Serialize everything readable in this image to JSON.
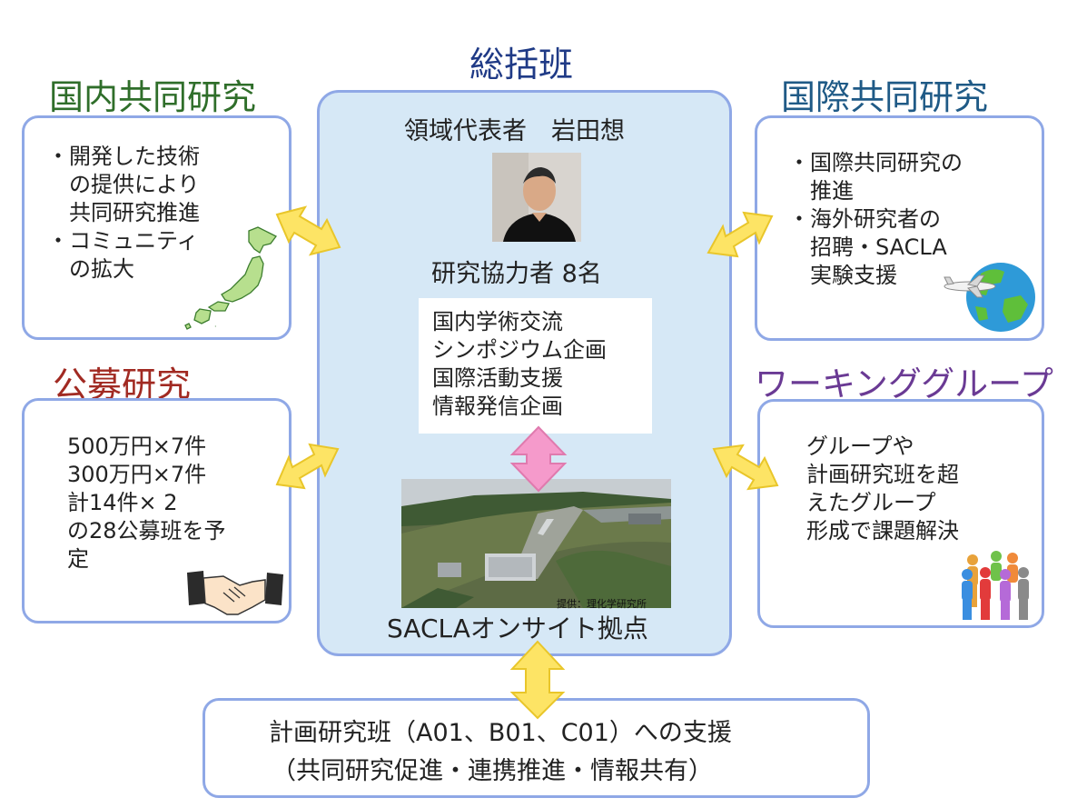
{
  "colors": {
    "green_title": "#2f6e2a",
    "navy_title": "#1f3a86",
    "teal_title": "#1f5a86",
    "red_title": "#a12a22",
    "purple_title": "#6a3a94",
    "box_border": "#8fa8e6",
    "center_fill": "#d6e8f6",
    "arrow_yellow": "#fde465",
    "arrow_pink": "#f59acb"
  },
  "center": {
    "title": "総括班",
    "leader": "領域代表者　岩田想",
    "collaborators": "研究協力者 8名",
    "activities": [
      "国内学術交流",
      "シンポジウム企画",
      "国際活動支援",
      "情報発信企画"
    ],
    "photo_credit": "提供：理化学研究所",
    "site_label": "SACLAオンサイト拠点"
  },
  "domestic": {
    "title": "国内共同研究",
    "lines": [
      "・開発した技術",
      "　の提供により",
      "　共同研究推進",
      "・コミュニティ",
      "　の拡大"
    ],
    "icon": "japan-map-icon"
  },
  "international": {
    "title": "国際共同研究",
    "lines": [
      "・国際共同研究の",
      "　推進",
      "・海外研究者の",
      "　招聘・SACLA",
      "　実験支援"
    ],
    "icon": "globe-airplane-icon"
  },
  "public": {
    "title": "公募研究",
    "lines": [
      "500万円×7件",
      "300万円×7件",
      "計14件× 2",
      "の28公募班を予",
      "定"
    ],
    "icon": "handshake-icon"
  },
  "working": {
    "title": "ワーキンググループ",
    "lines": [
      "グループや",
      "計画研究班を超",
      "えたグループ",
      "形成で課題解決"
    ],
    "icon": "people-group-icon"
  },
  "bottom": {
    "line1": "計画研究班（A01、B01、C01）への支援",
    "line2": "（共同研究促進・連携推進・情報共有）"
  }
}
